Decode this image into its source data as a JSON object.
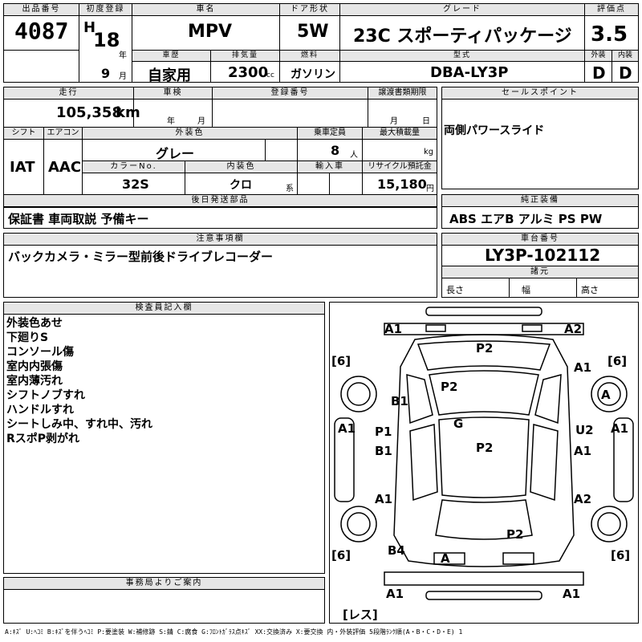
{
  "header": {
    "lot_label": "出品番号",
    "lot_no": "4087",
    "first_reg_label": "初度登録",
    "era": "H",
    "year": "18",
    "year_unit": "年",
    "month": "9",
    "month_unit": "月",
    "name_label": "車名",
    "name": "MPV",
    "door_label": "ドア形状",
    "door": "5W",
    "grade_label": "グレード",
    "grade": "23C スポーティパッケージ",
    "score_label": "評価点",
    "score": "3.5",
    "history_label": "車歴",
    "history": "自家用",
    "displacement_label": "排気量",
    "displacement": "2300",
    "cc": "cc",
    "fuel_label": "燃料",
    "fuel": "ガソリン",
    "model_label": "型式",
    "model": "DBA-LY3P",
    "ext_label": "外装",
    "ext": "D",
    "int_label": "内装",
    "int": "D"
  },
  "row2": {
    "mileage_label": "走行",
    "mileage": "105,358",
    "km": "km",
    "inspection_label": "車検",
    "year_unit": "年",
    "month_unit": "月",
    "regno_label": "登録番号",
    "transfer_label": "譲渡書類期限",
    "t_month": "月",
    "t_day": "日",
    "sales_label": "セールスポイント",
    "sales": "両側パワースライド",
    "shift_label": "シフト",
    "shift": "IAT",
    "ac_label": "エアコン",
    "ac": "AAC",
    "color_label": "外装色",
    "color": "グレー",
    "capacity_label": "乗車定員",
    "capacity": "8",
    "person_unit": "人",
    "load_label": "最大積載量",
    "kg": "kg",
    "colorno_label": "カラーNo.",
    "colorno": "32S",
    "intcolor_label": "内装色",
    "intcolor": "クロ",
    "intcolor_suffix": "系",
    "import_label": "輸入車",
    "recycle_label": "リサイクル預託金",
    "recycle": "15,180",
    "yen": "円"
  },
  "parts": {
    "label": "後日発送部品",
    "value": "保証書 車両取説 予備キー",
    "equip_label": "純正装備",
    "equip": "ABS エアB アルミ PS PW"
  },
  "notes": {
    "label": "注意事項欄",
    "value": "バックカメラ・ミラー型前後ドライブレコーダー",
    "chassis_label": "車台番号",
    "chassis": "LY3P-102112",
    "spec_label": "諸元",
    "length": "長さ",
    "width": "幅",
    "height": "高さ"
  },
  "inspector": {
    "label": "検査員記入欄",
    "lines": [
      "外装色あせ",
      "下廻りS",
      "コンソール傷",
      "室内内張傷",
      "室内薄汚れ",
      "シフトノブすれ",
      "ハンドルすれ",
      "シートしみ中、すれ中、汚れ",
      "RスポP剥がれ"
    ]
  },
  "office": {
    "label": "事務局よりご案内"
  },
  "diagram": {
    "marks": [
      "A1",
      "A2",
      "P2",
      "[6]",
      "A1",
      "[6]",
      "P2",
      "B1",
      "A",
      "A1",
      "G",
      "A1",
      "U2",
      "P1",
      "B1",
      "P2",
      "A1",
      "A1",
      "A2",
      "P2",
      "[6]",
      "B4",
      "A",
      "[6]",
      "A1",
      "A1",
      "[レス]"
    ]
  },
  "legend": "A:ｷｽﾞ U:ﾍｺﾐ B:ｷｽﾞを伴うﾍｺﾐ P:要塗装 W:補修跡 S:錆 C:腐食 G:ﾌﾛﾝﾄｶﾞﾗｽ点ｷｽﾞ XX:交換済み X:要交換 内・外装評価 5段階ﾗﾝｸ順(A・B・C・D・E) 1"
}
